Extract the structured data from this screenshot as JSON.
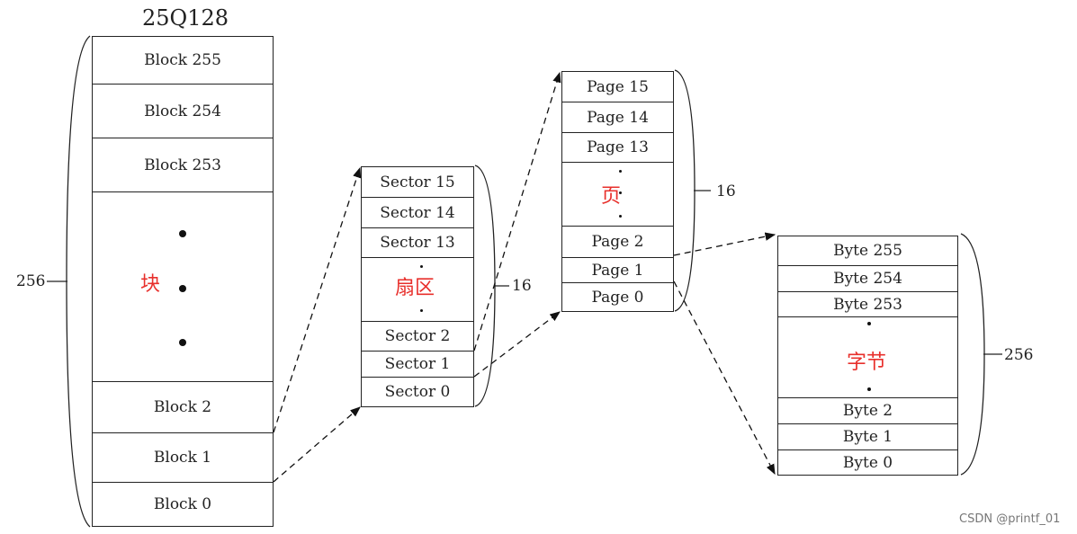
{
  "title": "25Q128",
  "blocks": {
    "top": [
      "Block 255",
      "Block 254",
      "Block 253"
    ],
    "middle_label": "块",
    "bottom": [
      "Block 2",
      "Block 1",
      "Block 0"
    ],
    "count": "256"
  },
  "sectors": {
    "top": [
      "Sector 15",
      "Sector 14",
      "Sector 13"
    ],
    "middle_label": "扇区",
    "bottom": [
      "Sector 2",
      "Sector 1",
      "Sector 0"
    ],
    "count": "16"
  },
  "pages": {
    "top": [
      "Page 15",
      "Page 14",
      "Page 13"
    ],
    "middle_label": "页",
    "bottom": [
      "Page 2",
      "Page 1",
      "Page 0"
    ],
    "count": "16"
  },
  "bytes": {
    "top": [
      "Byte 255",
      "Byte 254",
      "Byte 253"
    ],
    "middle_label": "字节",
    "bottom": [
      "Byte 2",
      "Byte 1",
      "Byte 0"
    ],
    "count": "256"
  },
  "watermark": "CSDN @printf_01"
}
